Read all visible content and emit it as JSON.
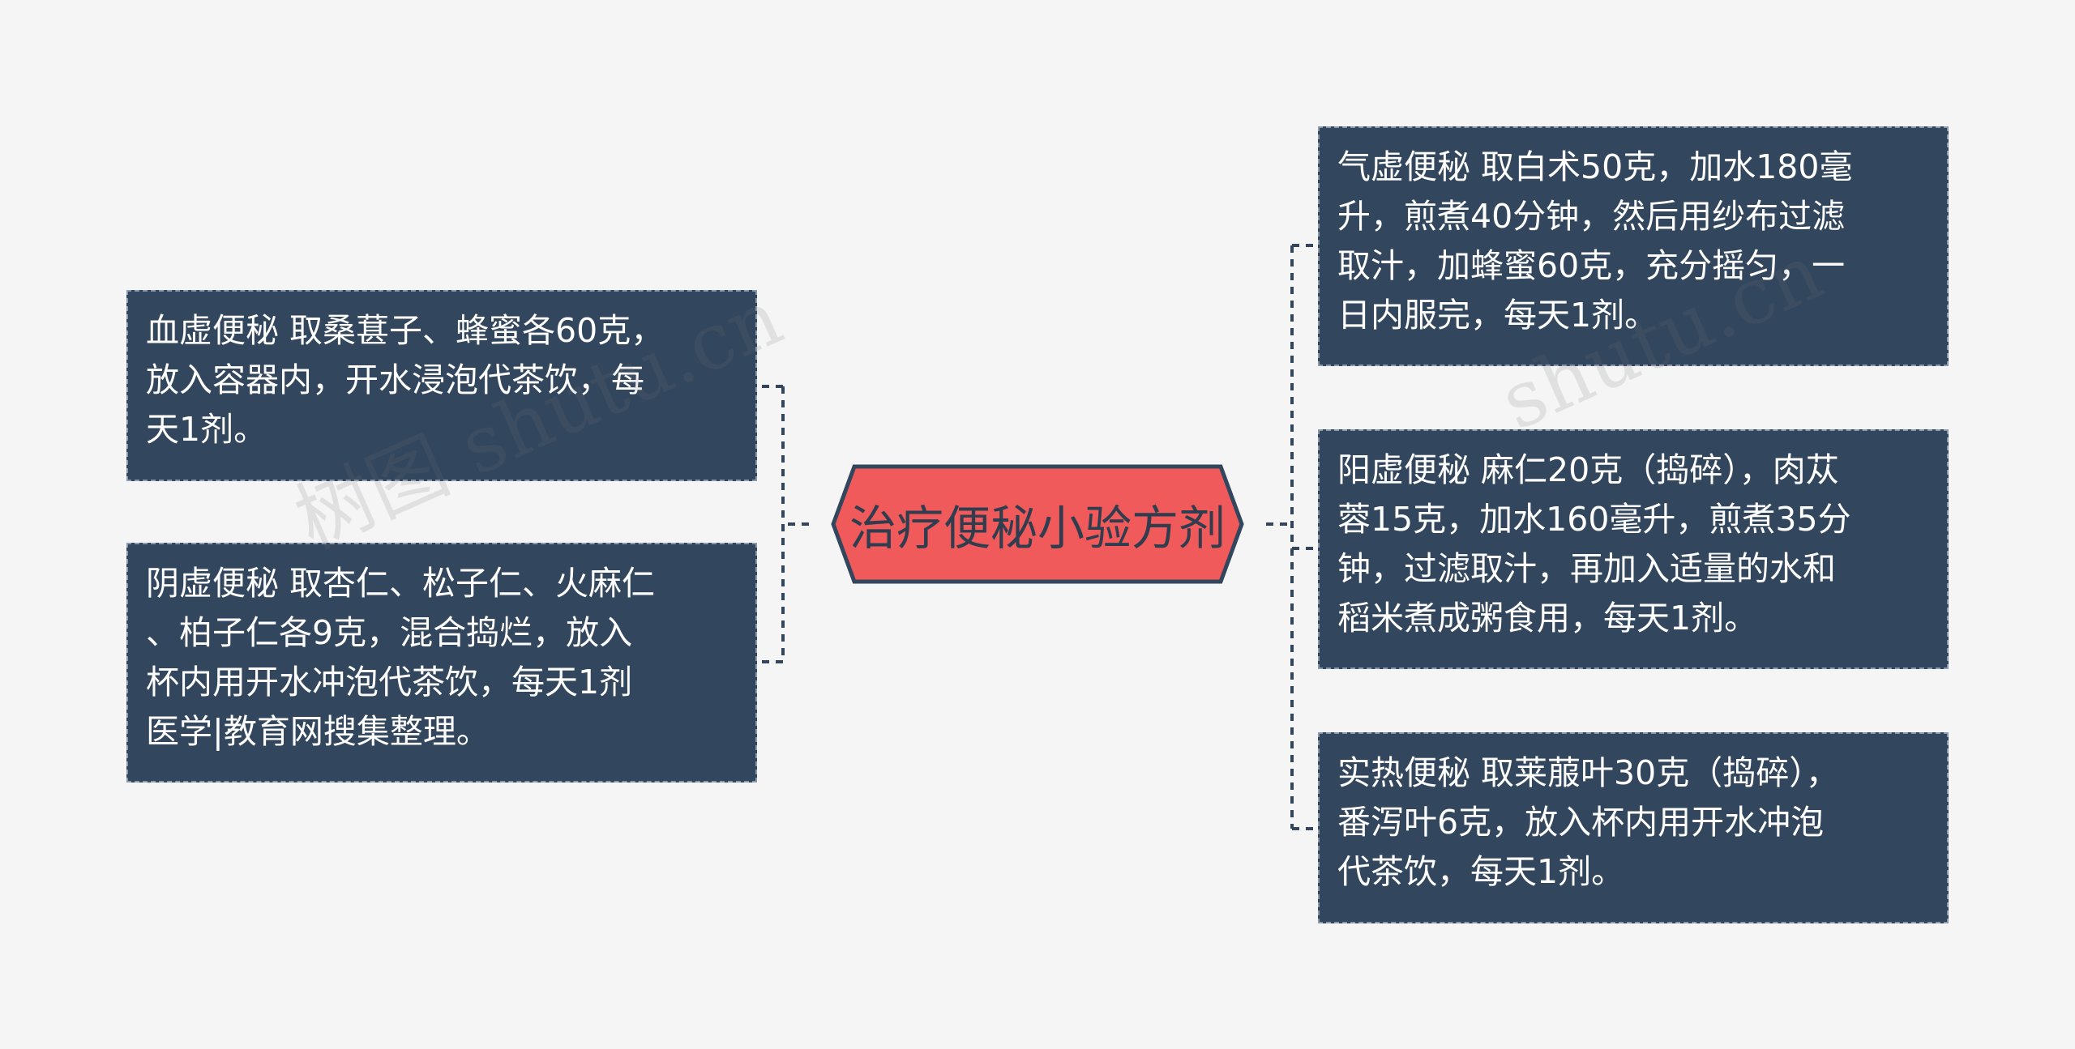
{
  "center": {
    "label": "治疗便秘小验方剂"
  },
  "left_nodes": [
    {
      "text": "血虚便秘 取桑葚子、蜂蜜各60克，\n放入容器内，开水浸泡代茶饮，每\n天1剂。"
    },
    {
      "text": "阴虚便秘 取杏仁、松子仁、火麻仁\n、柏子仁各9克，混合捣烂，放入\n杯内用开水冲泡代茶饮，每天1剂\n医学|教育网搜集整理。"
    }
  ],
  "right_nodes": [
    {
      "text": "气虚便秘 取白术50克，加水180毫\n升，煎煮40分钟，然后用纱布过滤\n取汁，加蜂蜜60克，充分摇匀，一\n日内服完，每天1剂。"
    },
    {
      "text": "阳虚便秘 麻仁20克（捣碎），肉苁\n蓉15克，加水160毫升，煎煮35分\n钟，过滤取汁，再加入适量的水和\n稻米煮成粥食用，每天1剂。"
    },
    {
      "text": "实热便秘 取莱菔叶30克（捣碎），\n番泻叶6克，放入杯内用开水冲泡\n代茶饮，每天1剂。"
    }
  ],
  "watermarks": [
    "树图 shutu.cn",
    "shutu.cn"
  ],
  "colors": {
    "background": "#f5f5f5",
    "node_fill": "#32465d",
    "center_fill": "#f15a5a",
    "center_border": "#32465d",
    "connector": "#32465d"
  }
}
